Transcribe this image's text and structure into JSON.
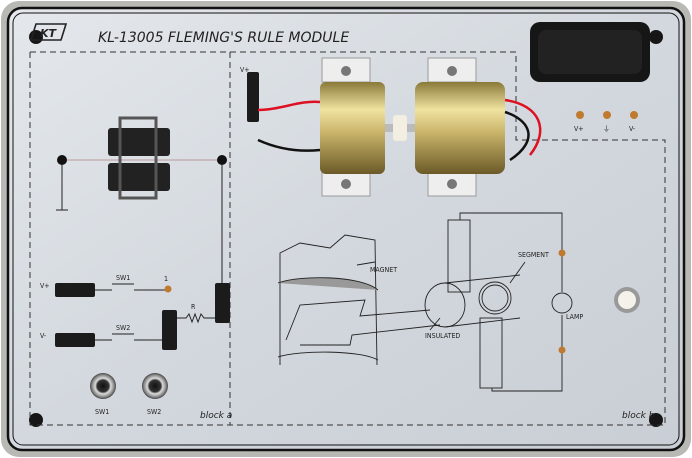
{
  "header": {
    "logo_text": "KT",
    "title": "KL-13005   FLEMING'S RULE MODULE"
  },
  "block_a": {
    "label": "block a",
    "vplus": "V+",
    "vminus": "V-",
    "sw1": "SW1",
    "sw2": "SW2",
    "terminal_1": "1",
    "resistor": "R",
    "button_sw1": "SW1",
    "button_sw2": "SW2"
  },
  "block_b": {
    "label": "block b",
    "motor_vplus": "V+",
    "magnet": "MAGNET",
    "segment": "SEGMENT",
    "insulated": "INSULATED",
    "lamp": "LAMP"
  },
  "power": {
    "vplus": "V+",
    "ground": "⏚",
    "vminus": "V-"
  },
  "colors": {
    "panel": "#d6dbe1",
    "frame": "#b8b8b4",
    "terminal": "#c07a30",
    "brass": "#c9b46a"
  }
}
